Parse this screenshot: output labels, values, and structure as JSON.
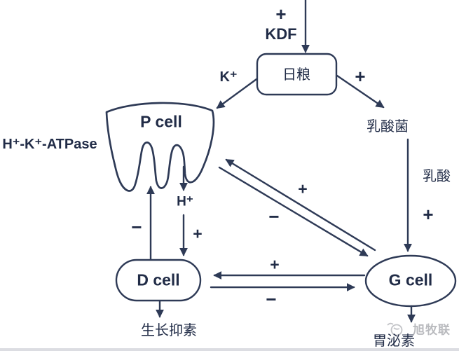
{
  "figure": {
    "background": "#ffffff",
    "line_color": "#2e3a56",
    "text_color": "#212c47",
    "watermark_color": "#b9babe",
    "nodes": {
      "diet": "日粮",
      "p_cell": "P cell",
      "d_cell": "D cell",
      "g_cell": "G cell"
    },
    "labels": {
      "top_plus": "+",
      "kdf": "KDF",
      "k_ion": "K⁺",
      "diet_bacteria_plus": "+",
      "lactic_bacteria": "乳酸菌",
      "lactic_acid": "乳酸",
      "lactic_g_plus": "+",
      "atpase": "H⁺-K⁺-ATPase",
      "h_ion": "H⁺",
      "h_d_plus": "+",
      "d_p_minus": "−",
      "g_p_plus": "+",
      "p_g_minus": "−",
      "g_d_plus": "+",
      "d_g_minus": "−",
      "somatostatin": "生长抑素",
      "gastrin": "胃泌素"
    },
    "watermark": "旭牧联"
  }
}
